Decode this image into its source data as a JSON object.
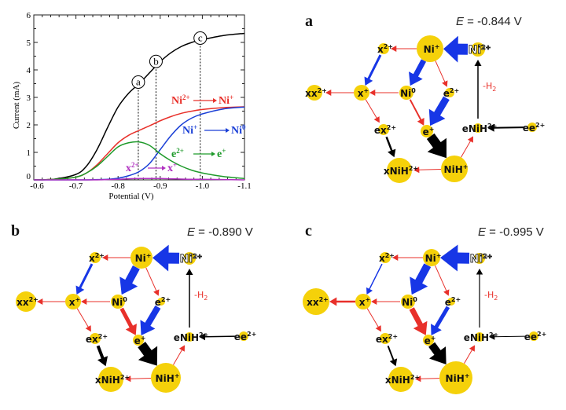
{
  "chart_data": {
    "type": "line",
    "xlabel": "Potential (V)",
    "ylabel": "Current (mA)",
    "xlim": [
      -0.6,
      -1.1
    ],
    "ylim": [
      0,
      6
    ],
    "x_ticks": [
      "-0.6",
      "-0.7",
      "-0.8",
      "-0.9",
      "-1.0",
      "-1.1"
    ],
    "y_ticks": [
      "0",
      "1",
      "2",
      "3",
      "4",
      "5",
      "6"
    ],
    "grid": false,
    "x": [
      -0.6,
      -0.65,
      -0.7,
      -0.725,
      -0.75,
      -0.775,
      -0.8,
      -0.825,
      -0.85,
      -0.875,
      -0.9,
      -0.925,
      -0.95,
      -0.975,
      -1.0,
      -1.05,
      -1.1
    ],
    "series": [
      {
        "color": "#000000",
        "values": [
          0,
          0.03,
          0.2,
          0.5,
          1.1,
          1.9,
          2.65,
          3.15,
          3.5,
          3.9,
          4.3,
          4.62,
          4.85,
          5.0,
          5.1,
          5.25,
          5.33
        ]
      },
      {
        "color": "#e8302a",
        "values": [
          0,
          0.02,
          0.1,
          0.25,
          0.55,
          0.95,
          1.35,
          1.62,
          1.8,
          1.97,
          2.15,
          2.3,
          2.42,
          2.5,
          2.56,
          2.63,
          2.66
        ]
      },
      {
        "color": "#1a3fd6",
        "values": [
          0,
          0,
          0,
          0,
          0.01,
          0.02,
          0.06,
          0.15,
          0.3,
          0.6,
          1.1,
          1.6,
          2.0,
          2.25,
          2.4,
          2.58,
          2.65
        ]
      },
      {
        "color": "#1e9a2a",
        "values": [
          0,
          0.02,
          0.1,
          0.25,
          0.5,
          0.85,
          1.2,
          1.35,
          1.38,
          1.25,
          0.95,
          0.7,
          0.5,
          0.35,
          0.25,
          0.12,
          0.05
        ]
      },
      {
        "color": "#b030c0",
        "values": [
          0,
          0,
          0,
          0,
          0,
          0.01,
          0.02,
          0.04,
          0.05,
          0.05,
          0.05,
          0.04,
          0.03,
          0.02,
          0.02,
          0.01,
          0
        ]
      }
    ],
    "markers": [
      {
        "label": "a",
        "x": -0.848,
        "y": 3.5
      },
      {
        "label": "b",
        "x": -0.89,
        "y": 4.25
      },
      {
        "label": "c",
        "x": -0.995,
        "y": 5.1
      }
    ],
    "annotations": [
      {
        "from_base": "Ni",
        "from_sup": "2+",
        "to_base": "Ni",
        "to_sup": "+",
        "color": "#e8302a"
      },
      {
        "from_base": "Ni",
        "from_sup": "+",
        "to_base": "Ni",
        "to_sup": "0",
        "color": "#1a3fd6"
      },
      {
        "from_base": "e",
        "from_sup": "2+",
        "to_base": "e",
        "to_sup": "+",
        "color": "#1e9a2a"
      },
      {
        "from_base": "x",
        "from_sup": "2+",
        "to_base": "x",
        "to_sup": "+",
        "color": "#b030c0"
      }
    ]
  },
  "colors": {
    "node": "#f5d10a",
    "blue": "#1736e6",
    "red": "#e8302a",
    "black": "#000000"
  },
  "h2_label": {
    "base": "-H",
    "sub": "2"
  },
  "nodes": [
    {
      "id": "Nip",
      "base": "Ni",
      "sup": "+"
    },
    {
      "id": "Ni2p",
      "base": "Ni",
      "sup": "2+"
    },
    {
      "id": "x2p",
      "base": "x",
      "sup": "2+"
    },
    {
      "id": "xx2p",
      "base": "xx",
      "sup": "2+"
    },
    {
      "id": "xp",
      "base": "x",
      "sup": "+"
    },
    {
      "id": "Ni0",
      "base": "Ni",
      "sup": "0"
    },
    {
      "id": "e2p",
      "base": "e",
      "sup": "2+"
    },
    {
      "id": "ep",
      "base": "e",
      "sup": "+"
    },
    {
      "id": "ex2p",
      "base": "ex",
      "sup": "2+"
    },
    {
      "id": "eNiH2p",
      "base": "eNiH",
      "sup": "2+"
    },
    {
      "id": "ee2p",
      "base": "ee",
      "sup": "2+"
    },
    {
      "id": "xNiH2p",
      "base": "xNiH",
      "sup": "2+"
    },
    {
      "id": "NiHp",
      "base": "NiH",
      "sup": "+"
    }
  ],
  "edges": [
    {
      "from": "Ni2p",
      "to": "Nip",
      "color": "blue"
    },
    {
      "from": "Nip",
      "to": "x2p",
      "color": "red"
    },
    {
      "from": "x2p",
      "to": "xp",
      "color": "blue"
    },
    {
      "from": "Nip",
      "to": "Ni0",
      "color": "blue"
    },
    {
      "from": "Nip",
      "to": "e2p",
      "color": "red"
    },
    {
      "from": "xp",
      "to": "xx2p",
      "color": "red"
    },
    {
      "from": "Ni0",
      "to": "xp",
      "color": "red"
    },
    {
      "from": "Ni0",
      "to": "ep",
      "color": "red"
    },
    {
      "from": "e2p",
      "to": "ep",
      "color": "blue"
    },
    {
      "from": "xp",
      "to": "ex2p",
      "color": "red"
    },
    {
      "from": "ex2p",
      "to": "xNiH2p",
      "color": "black"
    },
    {
      "from": "ep",
      "to": "NiHp",
      "color": "black"
    },
    {
      "from": "NiHp",
      "to": "xNiH2p",
      "color": "red"
    },
    {
      "from": "NiHp",
      "to": "eNiH2p",
      "color": "red"
    },
    {
      "from": "eNiH2p",
      "to": "Ni2p",
      "color": "black"
    },
    {
      "from": "ee2p",
      "to": "eNiH2p",
      "color": "black"
    }
  ],
  "panels": [
    {
      "letter": "a",
      "e_var": "E",
      "e_value": " = -0.844 V",
      "population": {
        "Nip": 17,
        "Ni2p": 9,
        "x2p": 7,
        "xx2p": 10,
        "xp": 10,
        "Ni0": 9,
        "e2p": 6,
        "ep": 8,
        "ex2p": 7,
        "eNiH2p": 6,
        "ee2p": 6,
        "xNiH2p": 16,
        "NiHp": 17
      },
      "flux": [
        14,
        1,
        3,
        7,
        1,
        1,
        1,
        2,
        9,
        1,
        2.5,
        12,
        1,
        1,
        1.5,
        2
      ]
    },
    {
      "letter": "b",
      "e_var": "E",
      "e_value": " = -0.890 V",
      "population": {
        "Nip": 14,
        "Ni2p": 8,
        "x2p": 7,
        "xx2p": 13,
        "xp": 10,
        "Ni0": 9,
        "e2p": 5,
        "ep": 7,
        "ex2p": 7,
        "eNiH2p": 6,
        "ee2p": 6,
        "xNiH2p": 16,
        "NiHp": 19
      },
      "flux": [
        14,
        1,
        3,
        10,
        1,
        1,
        1,
        5,
        8,
        1,
        4,
        12,
        1,
        1,
        1.5,
        1.5
      ]
    },
    {
      "letter": "c",
      "e_var": "E",
      "e_value": " = -0.995 V",
      "population": {
        "Nip": 11,
        "Ni2p": 7,
        "x2p": 7,
        "xx2p": 17,
        "xp": 10,
        "Ni0": 9,
        "e2p": 5,
        "ep": 7,
        "ex2p": 7,
        "eNiH2p": 6,
        "ee2p": 6,
        "xNiH2p": 16,
        "NiHp": 21
      },
      "flux": [
        14,
        1,
        1.5,
        10,
        1,
        2.5,
        1,
        7,
        5,
        1,
        2,
        10,
        1,
        1,
        1.2,
        1
      ]
    }
  ]
}
